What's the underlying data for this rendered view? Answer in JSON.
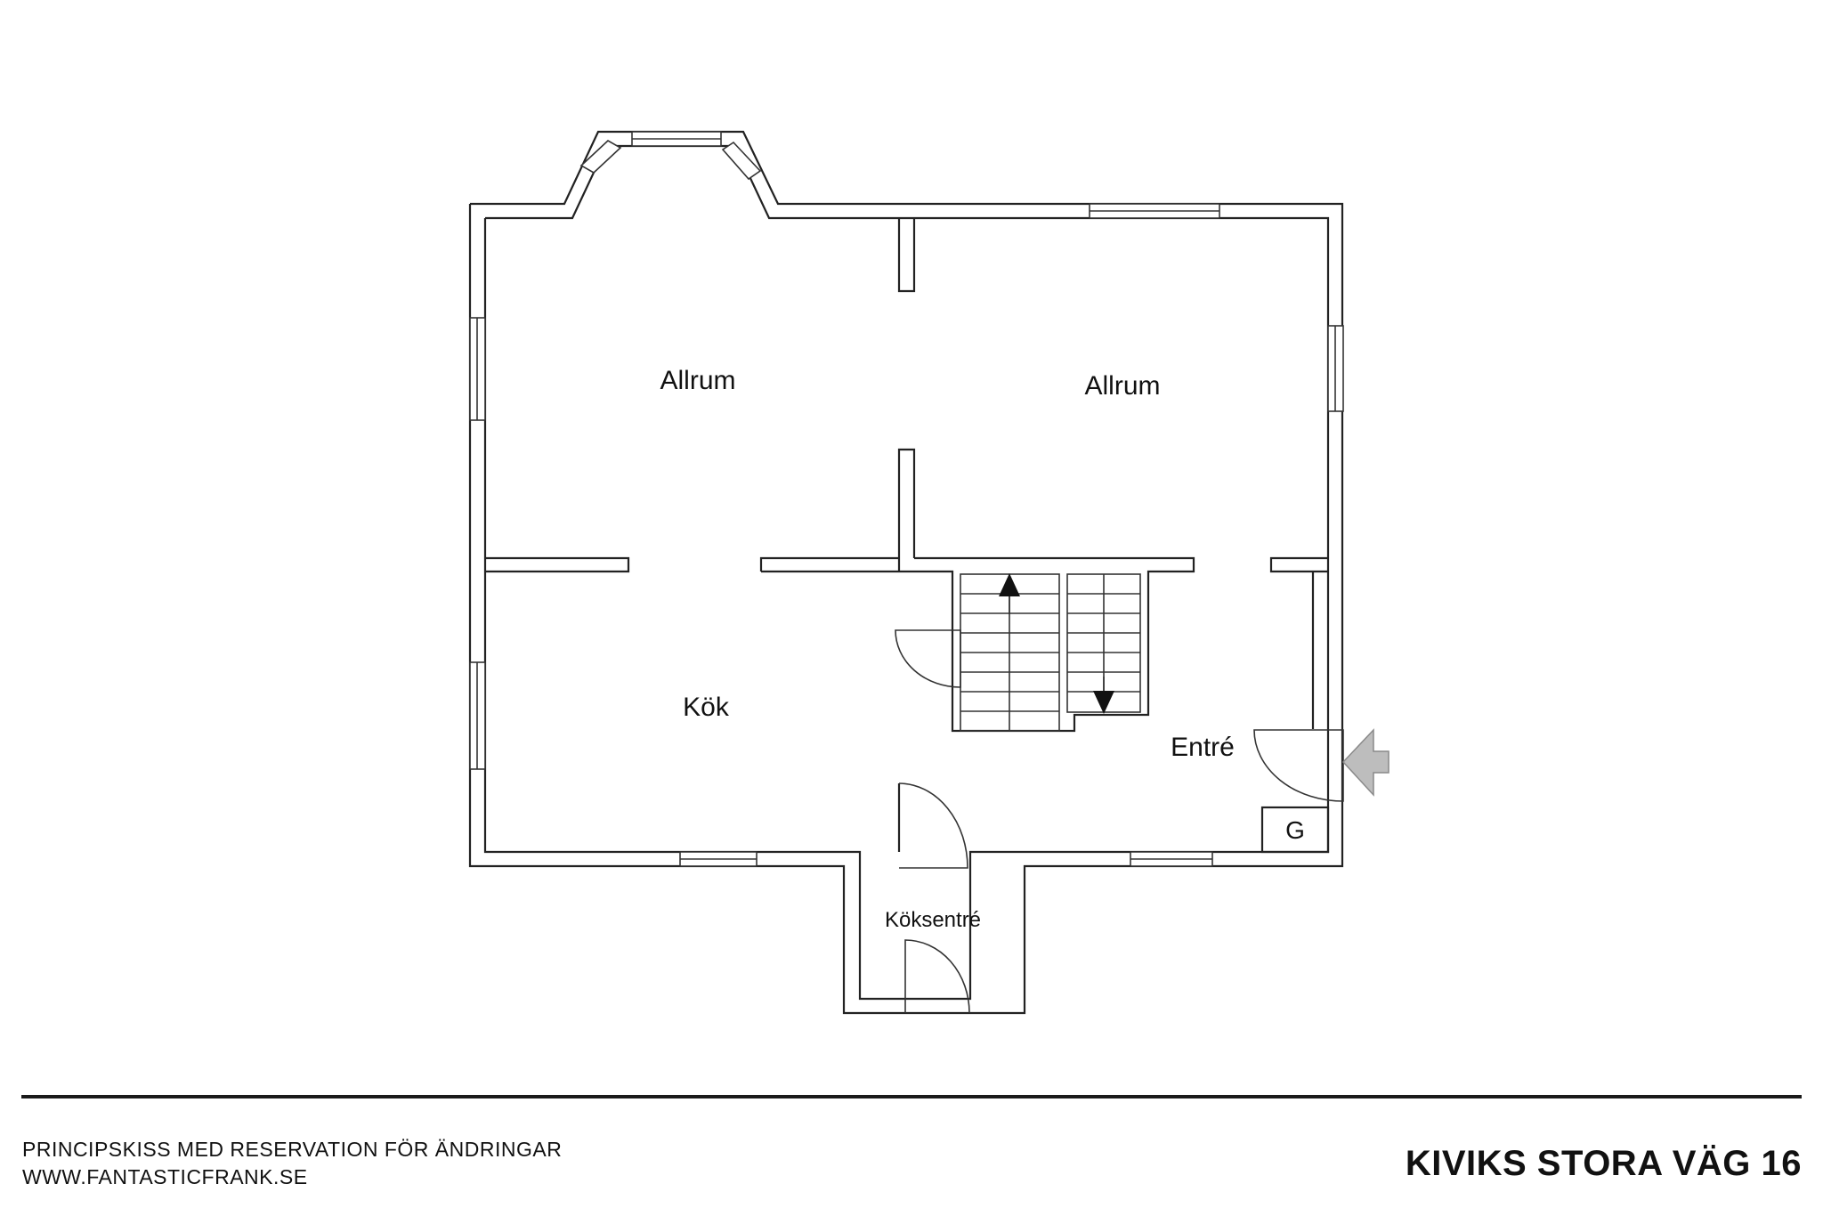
{
  "plan": {
    "rooms": {
      "allrum_left": "Allrum",
      "allrum_right": "Allrum",
      "kok": "Kök",
      "entre": "Entré",
      "koksentre": "Köksentré",
      "garderob_mark": "G"
    },
    "entrance_arrow_color": "#bdbdbd",
    "stair_arrows": [
      "up-arrow-icon",
      "down-arrow-icon"
    ]
  },
  "footer": {
    "disclaimer": "PRINCIPSKISS MED RESERVATION FÖR ÄNDRINGAR",
    "website": "WWW.FANTASTICFRANK.SE",
    "address": "KIVIKS STORA VÄG 16"
  }
}
